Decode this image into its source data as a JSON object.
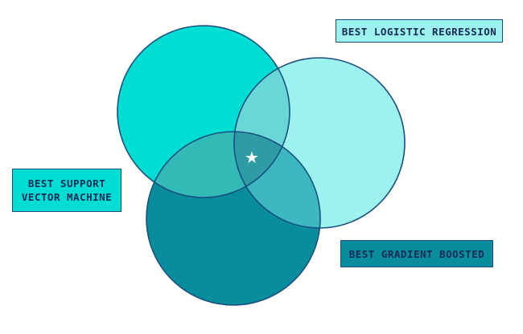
{
  "labels": {
    "logistic_regression": "BEST LOGISTIC REGRESSION",
    "support_vector_machine_line1": "BEST SUPPORT",
    "support_vector_machine_line2": "VECTOR MACHINE",
    "gradient_boosted": "BEST GRADIENT BOOSTED"
  },
  "center_marker": "★",
  "colors": {
    "svm_circle": "#00ddd3",
    "lr_circle": "#9cf2ee",
    "gb_circle": "#078d9b",
    "svm_lr_overlap": "#68d7d5",
    "svm_gb_overlap": "#32bab6",
    "lr_gb_overlap": "#3cb8c0",
    "triple_overlap": "#2d9ca5",
    "outline": "#1a4f80",
    "label_text": "#152a55"
  },
  "icons": {
    "center_marker": "star-icon"
  }
}
